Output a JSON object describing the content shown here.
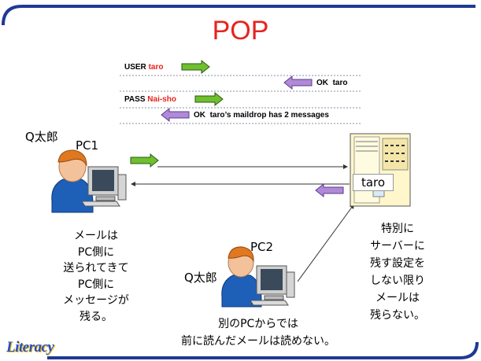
{
  "title": "POP",
  "protocol": {
    "user_cmd": "USER",
    "user_value": "taro",
    "ok_label": "OK",
    "ok_user": "taro",
    "pass_cmd": "PASS",
    "pass_value": "Nai-sho",
    "ok_maildrop": "taro’s maildrop has 2 messages"
  },
  "pc1": {
    "user": "Q太郎",
    "label": "PC1"
  },
  "pc2": {
    "user": "Q太郎",
    "label": "PC2"
  },
  "server": {
    "mailbox_label": "taro"
  },
  "notes": {
    "left": [
      "メールは",
      "PC側に",
      "送られてきて",
      "PC側に",
      "メッセージが",
      "残る。"
    ],
    "right": [
      "特別に",
      "サーバーに",
      "残す設定を",
      "しない限り",
      "メールは",
      "残らない。"
    ],
    "bottom": [
      "別のPCからでは",
      "前に読んだメールは読めない。"
    ]
  },
  "logo": "Literacy",
  "colors": {
    "title": "#e8231e",
    "border": "#1f3a93",
    "arrow_green": "#6fbf2f",
    "arrow_purple": "#b08ad8",
    "server_fill": "#fff6cc"
  }
}
